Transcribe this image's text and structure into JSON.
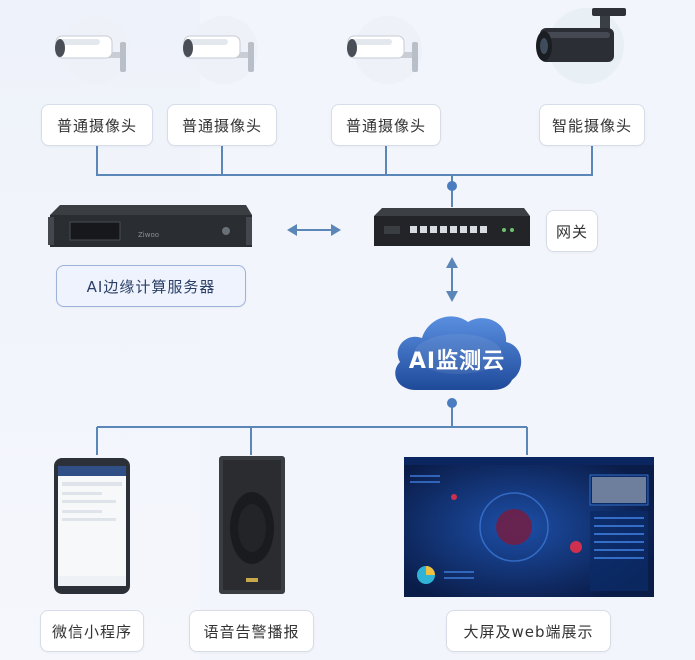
{
  "cameras": [
    {
      "label": "普通摄像头"
    },
    {
      "label": "普通摄像头"
    },
    {
      "label": "普通摄像头"
    },
    {
      "label": "智能摄像头"
    }
  ],
  "gateway": {
    "label": "网关"
  },
  "edge_server": {
    "label": "AI边缘计算服务器",
    "brand": "Ziwoo"
  },
  "cloud": {
    "label": "AI监测云"
  },
  "outputs": [
    {
      "label": "微信小程序"
    },
    {
      "label": "语音告警播报"
    },
    {
      "label": "大屏及web端展示"
    }
  ],
  "colors": {
    "line": "#5b86b8",
    "cloud": "#2d5fb5",
    "node": "#4a7cc0"
  }
}
